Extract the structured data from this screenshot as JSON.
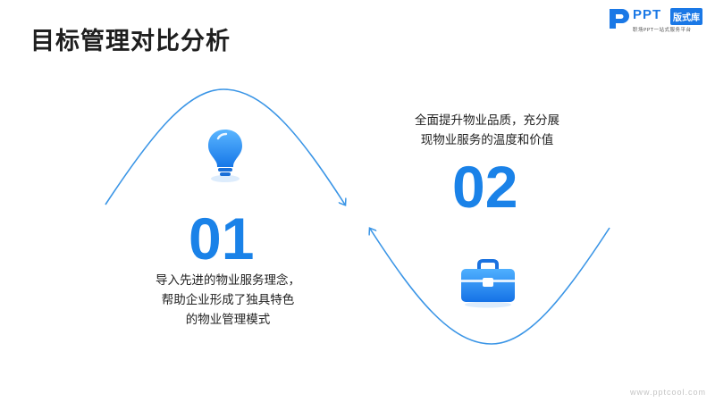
{
  "slide": {
    "title": "目标管理对比分析"
  },
  "logo": {
    "brand": "PPT",
    "badge": "版式库",
    "tagline": "职场PPT一站式服务平台"
  },
  "items": [
    {
      "number": "01",
      "lines": [
        "导入先进的物业服务理念，",
        "帮助企业形成了独具特色",
        "的物业管理模式"
      ],
      "icon": "lightbulb-icon"
    },
    {
      "number": "02",
      "lines": [
        "全面提升物业品质，充分展",
        "现物业服务的温度和价值"
      ],
      "icon": "briefcase-icon"
    }
  ],
  "watermark": "www.pptcool.com",
  "colors": {
    "accent": "#1a82e8",
    "curve": "#3a95e6",
    "title": "#1f1f1f"
  }
}
